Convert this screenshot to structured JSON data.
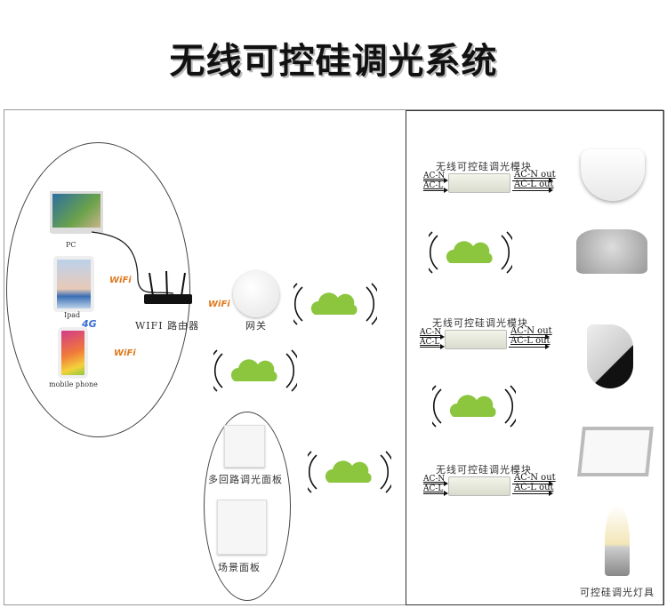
{
  "title": "无线可控硅调光系统",
  "devices": {
    "pc": "PC",
    "ipad": "Ipad",
    "phone": "mobile phone",
    "network_4g": "4G",
    "wifi": "WiFi",
    "router": "WIFI 路由器",
    "gateway": "网关"
  },
  "panels": {
    "multi": "多回路调光面板",
    "scene": "场景面板"
  },
  "module": {
    "title": "无线可控硅调光模块",
    "in_n": "AC-N",
    "in_l": "AC-L",
    "out_n": "AC-N out",
    "out_l": "AC-L  out"
  },
  "lamps_label": "可控硅调光灯具",
  "colors": {
    "cloud": "#8cc63f",
    "wifi_orange": "#e07a1f",
    "wifi_green": "#3a9a3a"
  }
}
